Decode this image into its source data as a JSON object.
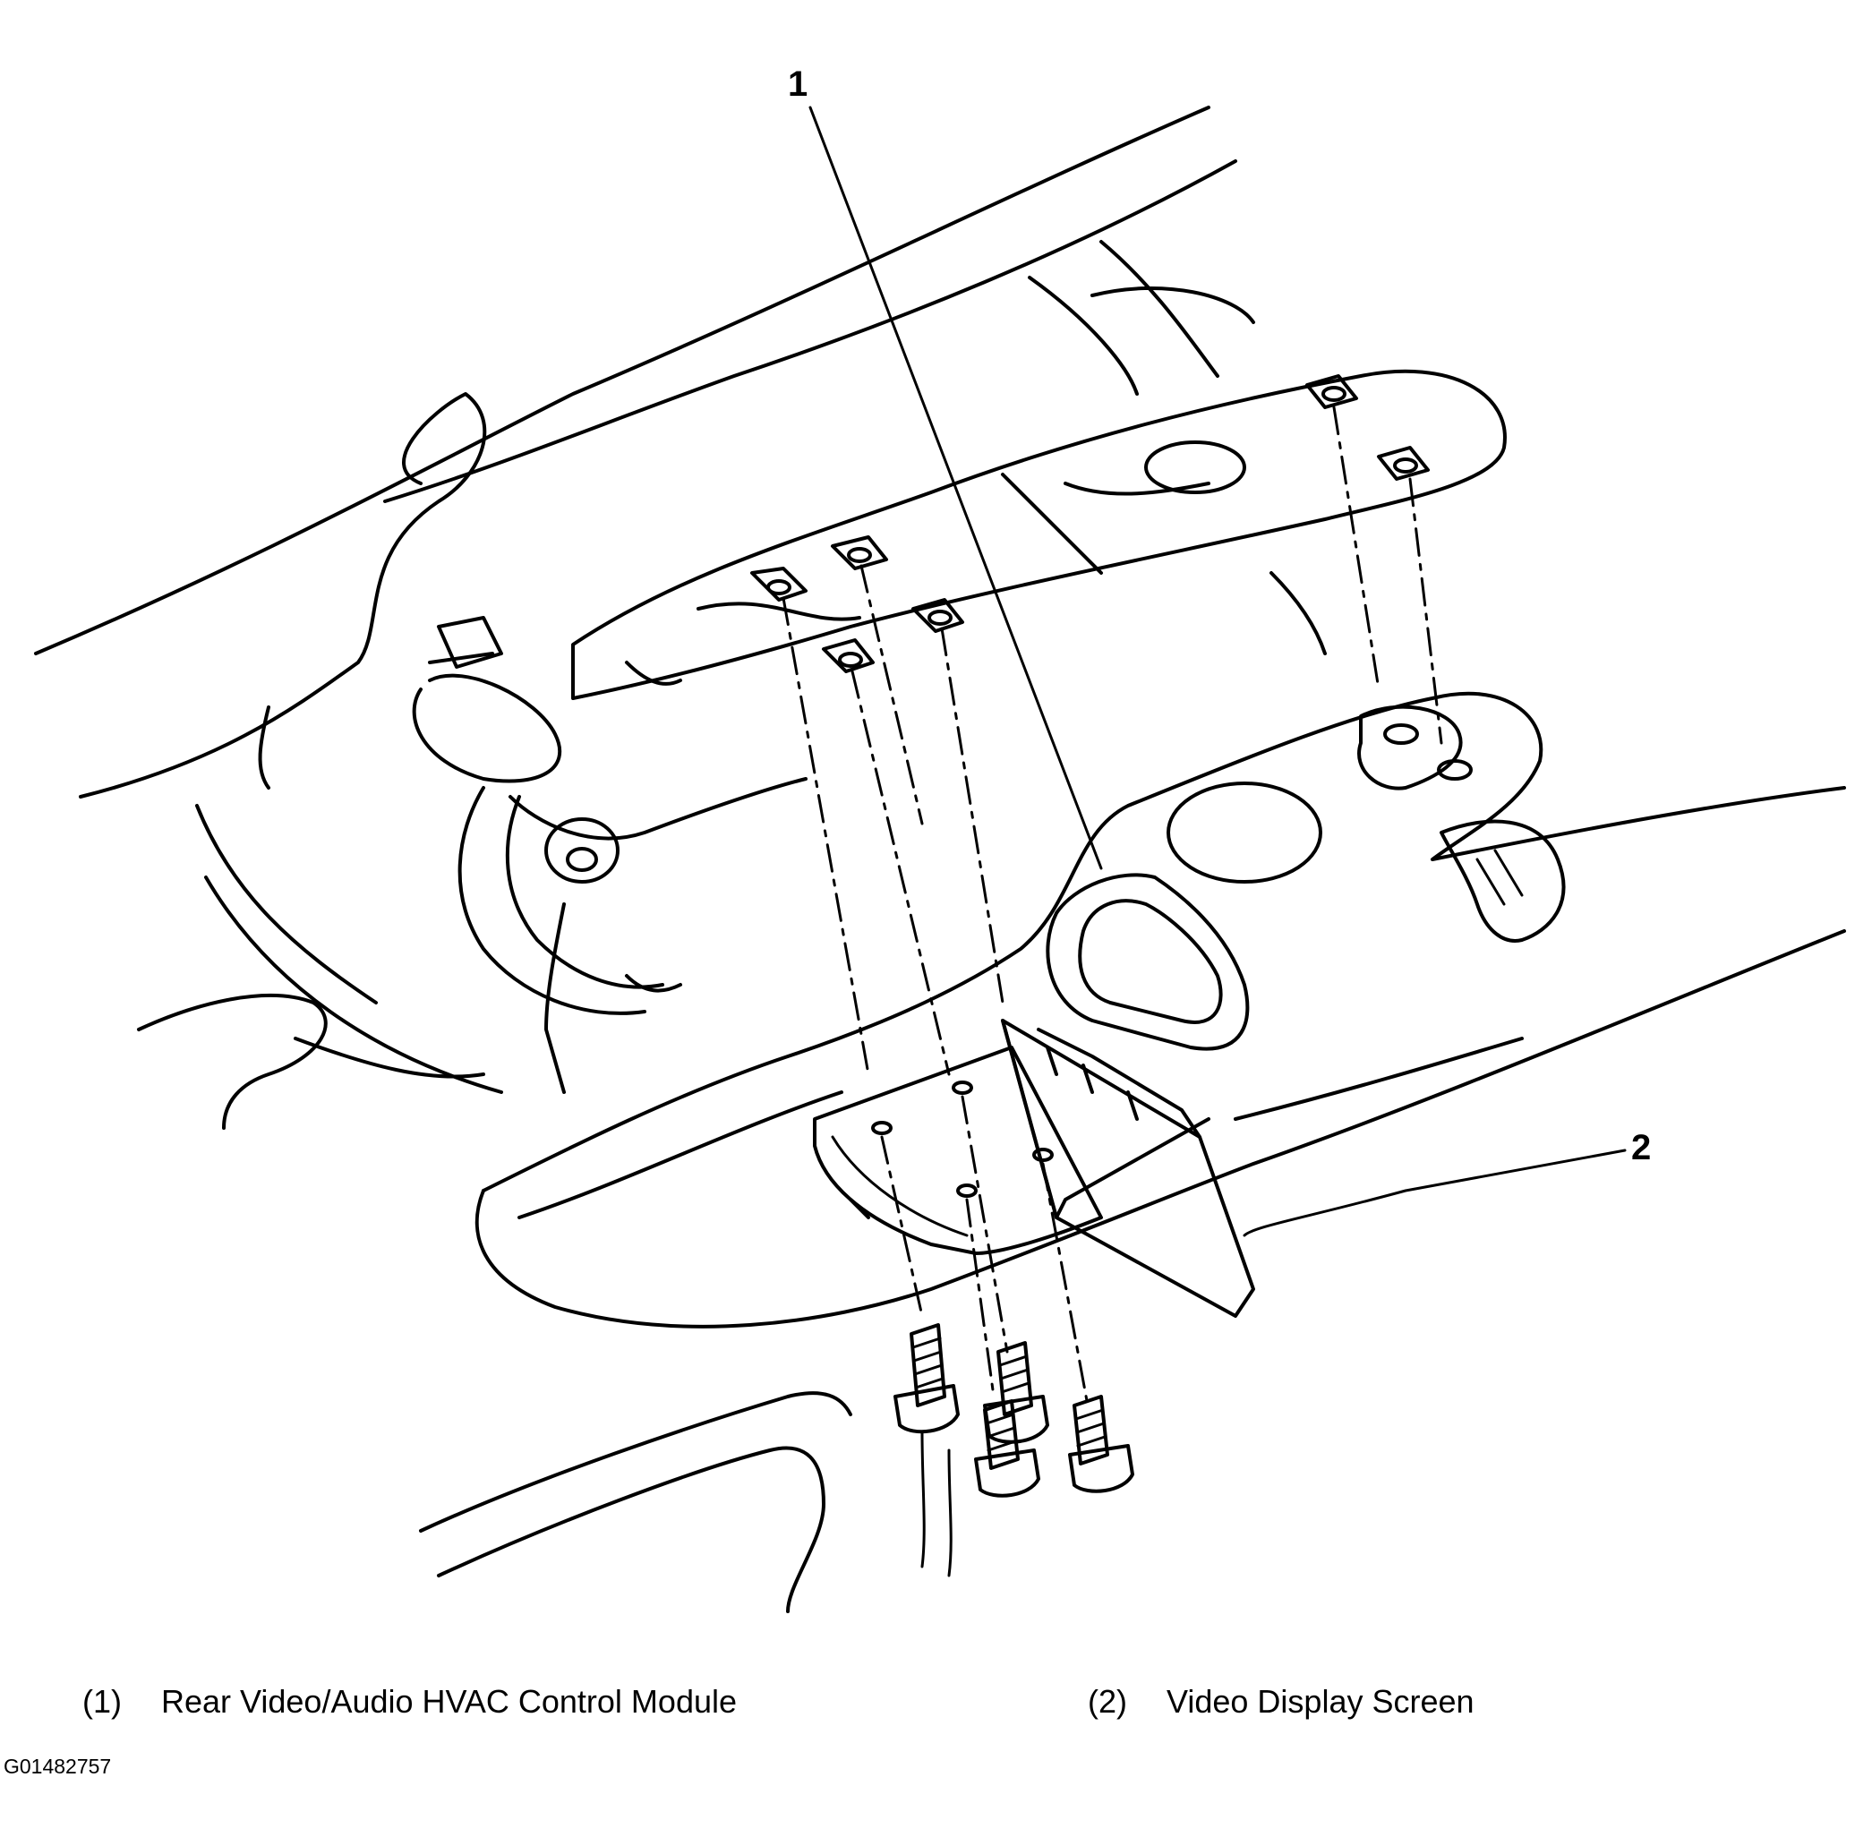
{
  "callouts": [
    {
      "number": "1"
    },
    {
      "number": "2"
    }
  ],
  "legend": [
    {
      "number": "(1)",
      "label": "Rear Video/Audio HVAC Control Module"
    },
    {
      "number": "(2)",
      "label": "Video Display Screen"
    }
  ],
  "figure_id": "G01482757"
}
